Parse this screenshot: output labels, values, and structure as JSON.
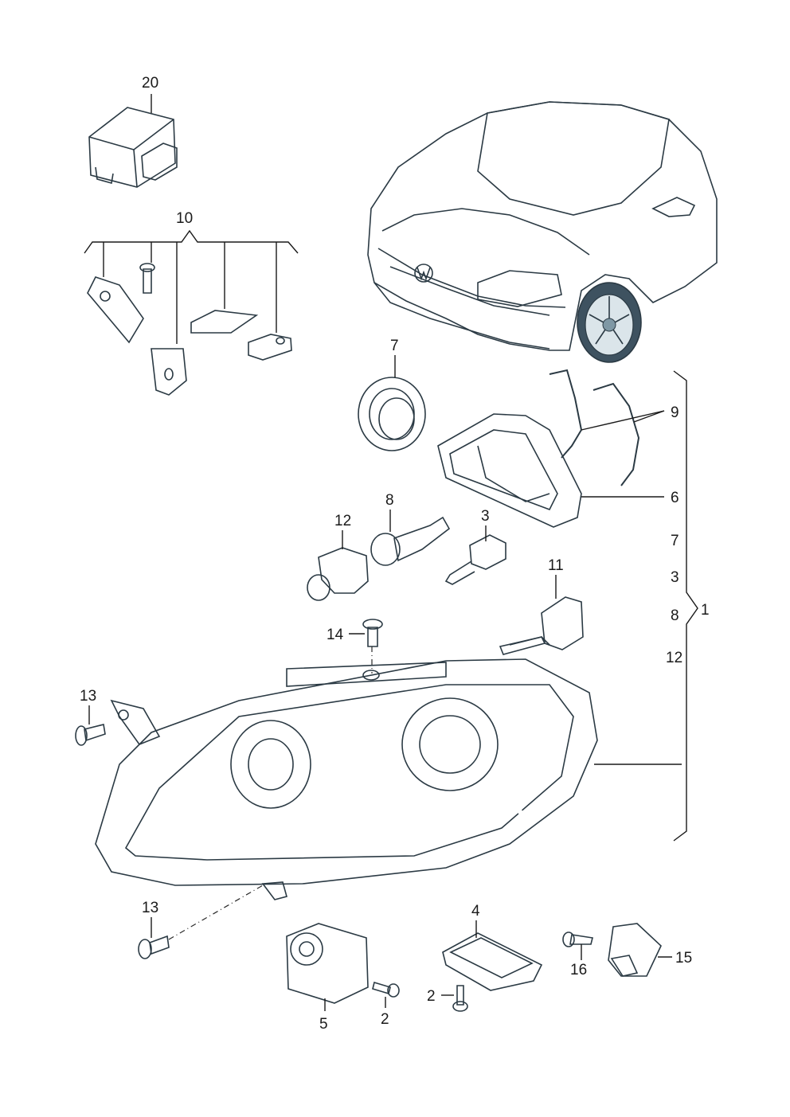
{
  "colors": {
    "part_fill": "#b9cad3",
    "part_dark": "#7f98a5",
    "part_light": "#dde7ec",
    "outline": "#2b3a44",
    "car_fill": "#c7d5dc"
  },
  "callouts": {
    "c20": "20",
    "c10": "10",
    "c7a": "7",
    "c9": "9",
    "c6": "6",
    "c8a": "8",
    "c12a": "12",
    "c3a": "3",
    "c7b": "7",
    "c3b": "3",
    "c8b": "8",
    "c12b": "12",
    "c1": "1",
    "c11": "11",
    "c14": "14",
    "c13a": "13",
    "c13b": "13",
    "c4": "4",
    "c5": "5",
    "c2a": "2",
    "c2b": "2",
    "c16": "16",
    "c15": "15"
  }
}
